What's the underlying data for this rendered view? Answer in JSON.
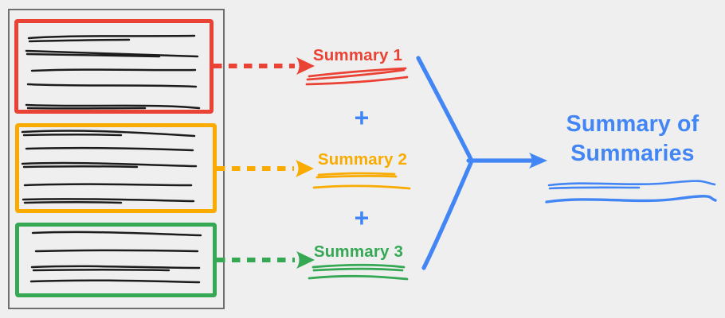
{
  "diagram": {
    "background_color": "#efefef",
    "title": "Summary of Summaries",
    "title_color": "#4285F4",
    "plus": "+",
    "summaries": [
      {
        "label": "Summary 1",
        "color": "#EA4335"
      },
      {
        "label": "Summary 2",
        "color": "#F9AB00"
      },
      {
        "label": "Summary 3",
        "color": "#34A853"
      }
    ],
    "document": {
      "border_color": "#6f6f6f",
      "ink_color": "#1c1c1c",
      "chunks": [
        {
          "name": "chunk-1",
          "outline_color": "#EA4335",
          "text_line_count": 5
        },
        {
          "name": "chunk-2",
          "outline_color": "#F9AB00",
          "text_line_count": 5
        },
        {
          "name": "chunk-3",
          "outline_color": "#34A853",
          "text_line_count": 4
        }
      ]
    },
    "merge_arrow_color": "#4285F4"
  }
}
